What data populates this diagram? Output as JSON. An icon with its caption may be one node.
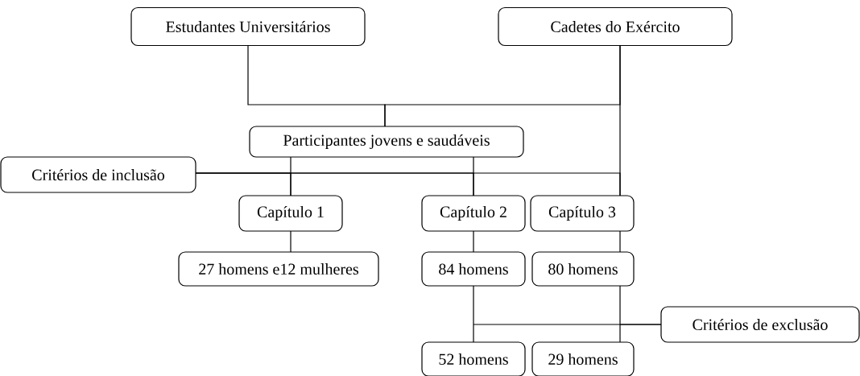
{
  "diagram": {
    "nodes": [
      {
        "text": [
          "Estudantes Universitários"
        ]
      },
      {
        "text": [
          "Cadetes do Exército"
        ]
      },
      {
        "text": [
          "Participantes jovens e saudáveis"
        ]
      },
      {
        "text": [
          "Critérios de inclusão"
        ]
      },
      {
        "text": [
          "Capítulo 1"
        ]
      },
      {
        "text": [
          "Capítulo 2"
        ]
      },
      {
        "text": [
          "Capítulo 3"
        ]
      },
      {
        "text": [
          "27 homens e12 mulheres"
        ]
      },
      {
        "text": [
          "84 homens"
        ]
      },
      {
        "text": [
          "80 homens"
        ]
      },
      {
        "text": [
          "Critérios de exclusão"
        ]
      },
      {
        "text": [
          "52 homens"
        ]
      },
      {
        "text": [
          "29 homens"
        ]
      }
    ],
    "edges": [
      {
        "from": 0,
        "to": 2,
        "arrow": "none"
      },
      {
        "from": 1,
        "to": 2,
        "arrow": "none"
      },
      {
        "from": 1,
        "to": 6,
        "arrow": "none"
      },
      {
        "from": 2,
        "to": 4,
        "arrow": "none"
      },
      {
        "from": 2,
        "to": 5,
        "arrow": "none"
      },
      {
        "from": 3,
        "to": 4,
        "arrow": "none"
      },
      {
        "from": 3,
        "to": 5,
        "arrow": "none"
      },
      {
        "from": 3,
        "to": 6,
        "arrow": "none"
      },
      {
        "from": 4,
        "to": 7,
        "arrow": "none"
      },
      {
        "from": 5,
        "to": 8,
        "arrow": "none"
      },
      {
        "from": 6,
        "to": 9,
        "arrow": "none"
      },
      {
        "from": 8,
        "to": 11,
        "arrow": "none"
      },
      {
        "from": 9,
        "to": 12,
        "arrow": "none"
      },
      {
        "from": 10,
        "to": 11,
        "arrow": "none"
      },
      {
        "from": 10,
        "to": 12,
        "arrow": "none"
      }
    ]
  }
}
